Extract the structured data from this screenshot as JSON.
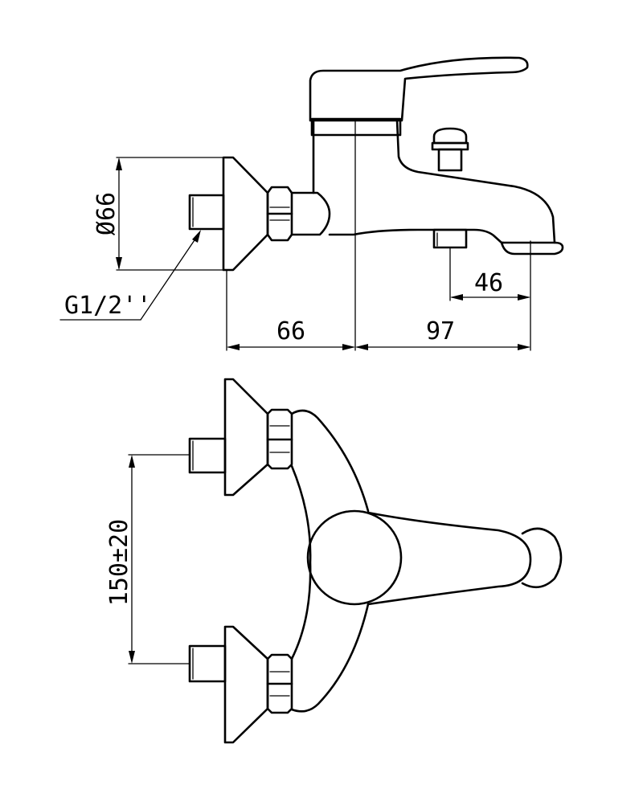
{
  "dimensions": {
    "diameter_label": "Ø66",
    "thread_label": "G1/2''",
    "width_66": "66",
    "width_97": "97",
    "width_46": "46",
    "spacing_label": "150±20"
  },
  "colors": {
    "line": "#000000",
    "background": "#ffffff"
  }
}
